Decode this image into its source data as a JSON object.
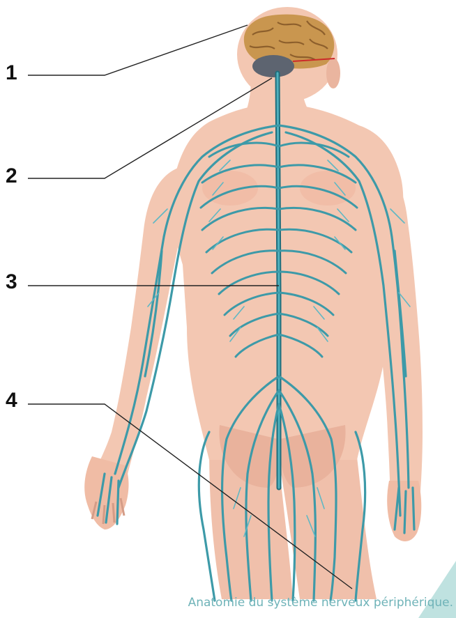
{
  "labels": [
    {
      "id": "1",
      "text": "1"
    },
    {
      "id": "2",
      "text": "2"
    },
    {
      "id": "3",
      "text": "3"
    },
    {
      "id": "4",
      "text": "4"
    }
  ],
  "caption": "Anatomie du système nerveux périphérique.",
  "colors": {
    "skin": "#f3c7b2",
    "skin_shadow": "#d89a86",
    "nerve": "#3d9aa8",
    "nerve_dark": "#1f6e7c",
    "brain": "#c9964f",
    "cerebellum": "#5d6470",
    "eye_line": "#cc2a2a",
    "leader_line": "#222222",
    "caption": "#6fb3b8",
    "corner_accent": "#bfe2e0"
  }
}
